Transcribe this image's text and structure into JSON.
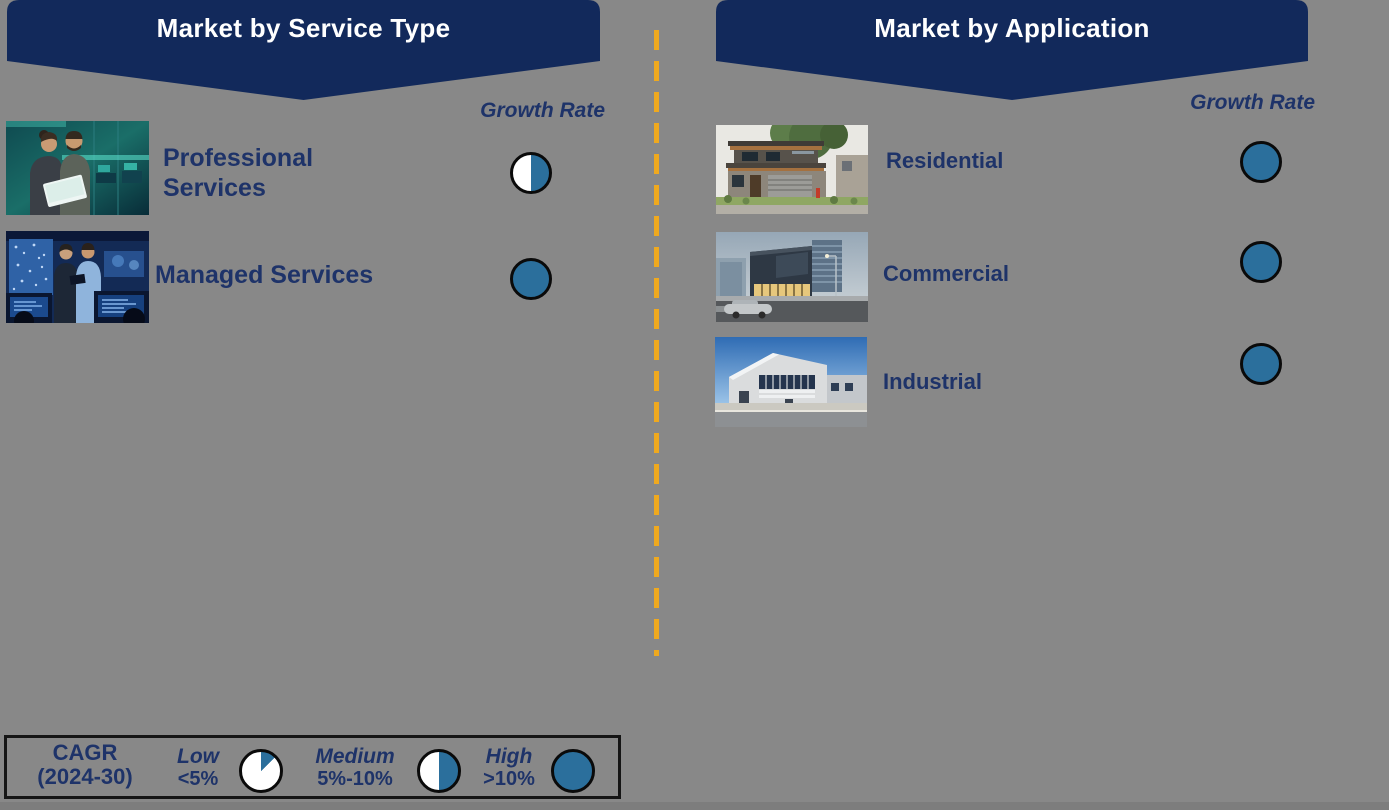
{
  "colors": {
    "background": "#888888",
    "banner_navy": "#12295B",
    "text_navy": "#1E3369",
    "ball_blue": "#2B6F9C",
    "ball_outline": "#0A0A0A",
    "divider_gold": "#EFA91F",
    "banner_text": "#FFFFFF"
  },
  "left_panel": {
    "header": "Market by Service Type",
    "growth_rate_label": "Growth Rate",
    "items": [
      {
        "label": "Professional Services",
        "photo": "it-professionals-photo",
        "growth": "medium"
      },
      {
        "label": "Managed Services",
        "photo": "network-operations-center-photo",
        "growth": "high"
      }
    ]
  },
  "right_panel": {
    "header": "Market by Application",
    "growth_rate_label": "Growth Rate",
    "items": [
      {
        "label": "Residential",
        "photo": "modern-house-photo",
        "growth": "high"
      },
      {
        "label": "Commercial",
        "photo": "commercial-building-photo",
        "growth": "high"
      },
      {
        "label": "Industrial",
        "photo": "industrial-facility-photo",
        "growth": "high"
      }
    ]
  },
  "legend": {
    "title_line1": "CAGR",
    "title_line2": "(2024-30)",
    "entries": [
      {
        "label": "Low",
        "range": "<5%",
        "level": "low"
      },
      {
        "label": "Medium",
        "range": "5%-10%",
        "level": "medium"
      },
      {
        "label": "High",
        "range": ">10%",
        "level": "high"
      }
    ]
  }
}
